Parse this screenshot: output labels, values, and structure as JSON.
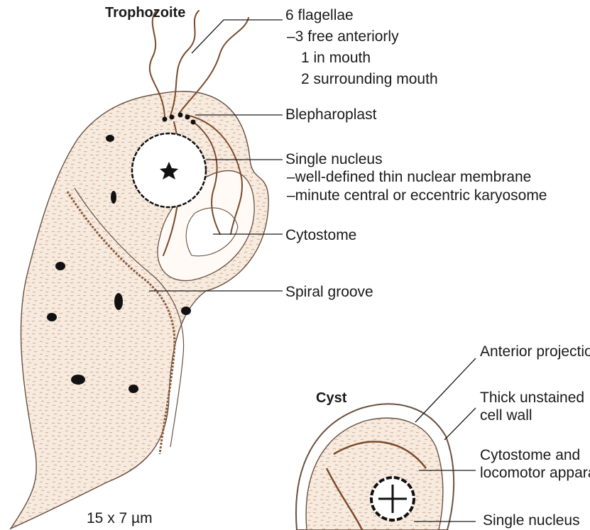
{
  "trophozoite": {
    "title": "Trophozoite",
    "size": "15 x 7 µm",
    "labels": {
      "flagellae": "6 flagellae",
      "free_anteriorly": "–3 free anteriorly",
      "in_mouth": "1 in mouth",
      "surrounding_mouth": "2 surrounding mouth",
      "blepharoplast": "Blepharoplast",
      "nucleus": "Single nucleus",
      "nuclear_membrane": "–well-defined thin nuclear membrane",
      "karyosome": "–minute central or eccentric karyosome",
      "cytostome": "Cytostome",
      "spiral_groove": "Spiral groove"
    }
  },
  "cyst": {
    "title": "Cyst",
    "labels": {
      "anterior_projection": "Anterior projection",
      "cell_wall_line1": "Thick unstained",
      "cell_wall_line2": "cell wall",
      "apparatus_line1": "Cytostome and",
      "apparatus_line2": "locomotor apparatus",
      "nucleus": "Single nucleus"
    }
  },
  "colors": {
    "stipple": "#c89a78",
    "outline": "#6a5040",
    "flagella": "#7a4a2a",
    "text": "#1a1a1a"
  }
}
